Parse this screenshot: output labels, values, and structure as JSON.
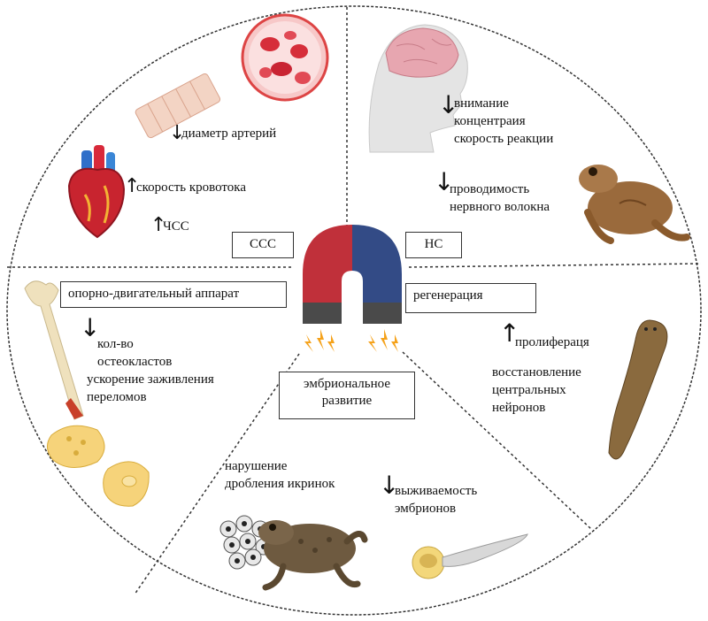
{
  "sections": {
    "ccc": {
      "box": "ССС",
      "items": [
        "диаметр артерий",
        "скорость кровотока",
        "ЧСС"
      ]
    },
    "nc": {
      "box": "НС",
      "item1": [
        "внимание",
        "концентраия",
        "скорость реакции"
      ],
      "item2": [
        "проводимость",
        "нервного волокна"
      ]
    },
    "musculo": {
      "box": "опорно-двигательный аппарат",
      "lines": [
        "кол-во",
        "остеокластов",
        "ускорение заживления",
        "переломов"
      ]
    },
    "regen": {
      "box": "регенерация",
      "lines": [
        "пролифераця",
        "восстановление",
        "центральных",
        "нейронов"
      ]
    },
    "embryo": {
      "box_line1": "эмбриональное",
      "box_line2": "развитие",
      "left_lines": [
        "нарушение",
        "дробления икринок"
      ],
      "right_lines": [
        "выживаемость",
        "эмбрионов"
      ]
    }
  },
  "arrows": {
    "up": "↑",
    "down": "↓"
  },
  "icons": [
    "red-blood-cells-icon",
    "artery-icon",
    "heart-icon",
    "human-head-brain-icon",
    "frog-icon",
    "magnet-icon",
    "bone-icon",
    "osteoclast-cells-icon",
    "planarian-worm-icon",
    "frog-eggs-icon",
    "toad-icon",
    "tadpole-embryo-icon"
  ],
  "colors": {
    "magnet_red": "#c0303a",
    "magnet_blue": "#334b86",
    "magnet_pole": "#4a4a4a",
    "spark": "#f5a21b"
  }
}
